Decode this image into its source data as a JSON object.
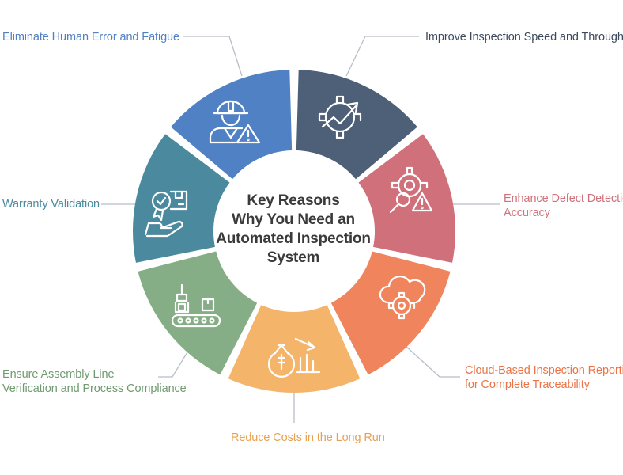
{
  "center": {
    "lines": [
      "Key Reasons",
      "Why You Need an",
      "Automated Inspection",
      "System"
    ]
  },
  "reasons": [
    {
      "id": "human-error",
      "lines": [
        "Eliminate Human Error and Fatigue"
      ],
      "color": "#4f81c4",
      "icon": "worker-warning-icon"
    },
    {
      "id": "speed",
      "lines": [
        "Improve Inspection Speed and Throughput"
      ],
      "color": "#4e5f78",
      "icon": "gear-arrow-icon"
    },
    {
      "id": "defect",
      "lines": [
        "Enhance Defect Detection",
        "Accuracy"
      ],
      "color": "#d0707a",
      "icon": "gear-magnifier-warning-icon"
    },
    {
      "id": "cloud",
      "lines": [
        "Cloud-Based Inspection Reporting",
        "for Complete Traceability"
      ],
      "color": "#f0845c",
      "icon": "cloud-gear-icon"
    },
    {
      "id": "costs",
      "lines": [
        "Reduce Costs in the Long Run"
      ],
      "color": "#f4b46a",
      "icon": "money-bag-chart-icon"
    },
    {
      "id": "assembly",
      "lines": [
        "Ensure Assembly Line",
        "Verification and Process Compliance"
      ],
      "color": "#85ad86",
      "icon": "robot-arm-conveyor-icon"
    },
    {
      "id": "warranty",
      "lines": [
        "Warranty Validation"
      ],
      "color": "#4b8a9e",
      "icon": "hand-box-badge-icon"
    }
  ]
}
